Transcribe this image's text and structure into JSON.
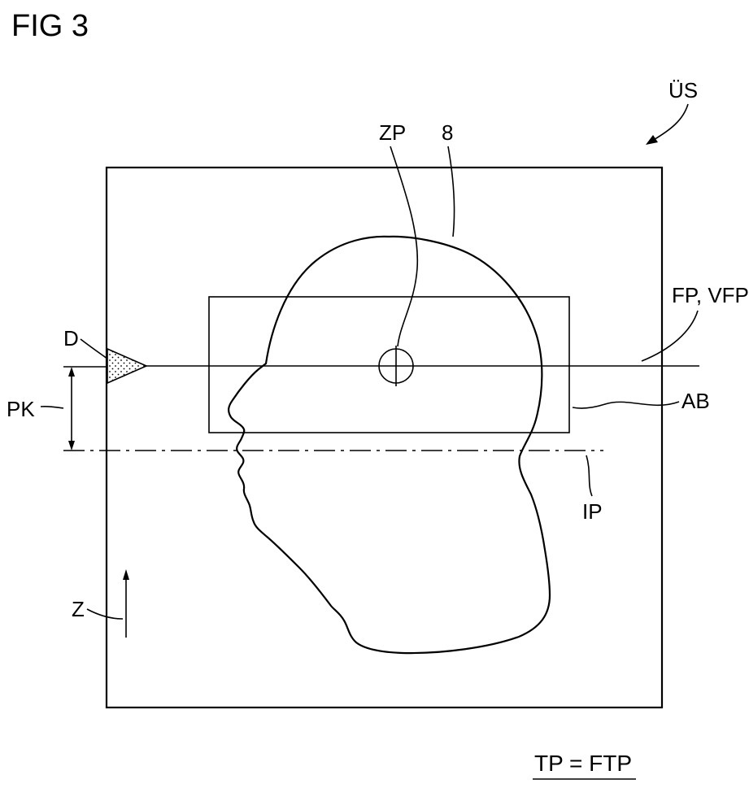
{
  "figure": {
    "title": "FIG 3",
    "caption": "TP = FTP",
    "labels": {
      "us": "ÜS",
      "zp": "ZP",
      "ref8": "8",
      "fp_vfp": "FP, VFP",
      "d": "D",
      "pk": "PK",
      "ab": "AB",
      "ip": "IP",
      "z": "Z"
    },
    "colors": {
      "ink": "#000000",
      "background": "#ffffff"
    }
  }
}
